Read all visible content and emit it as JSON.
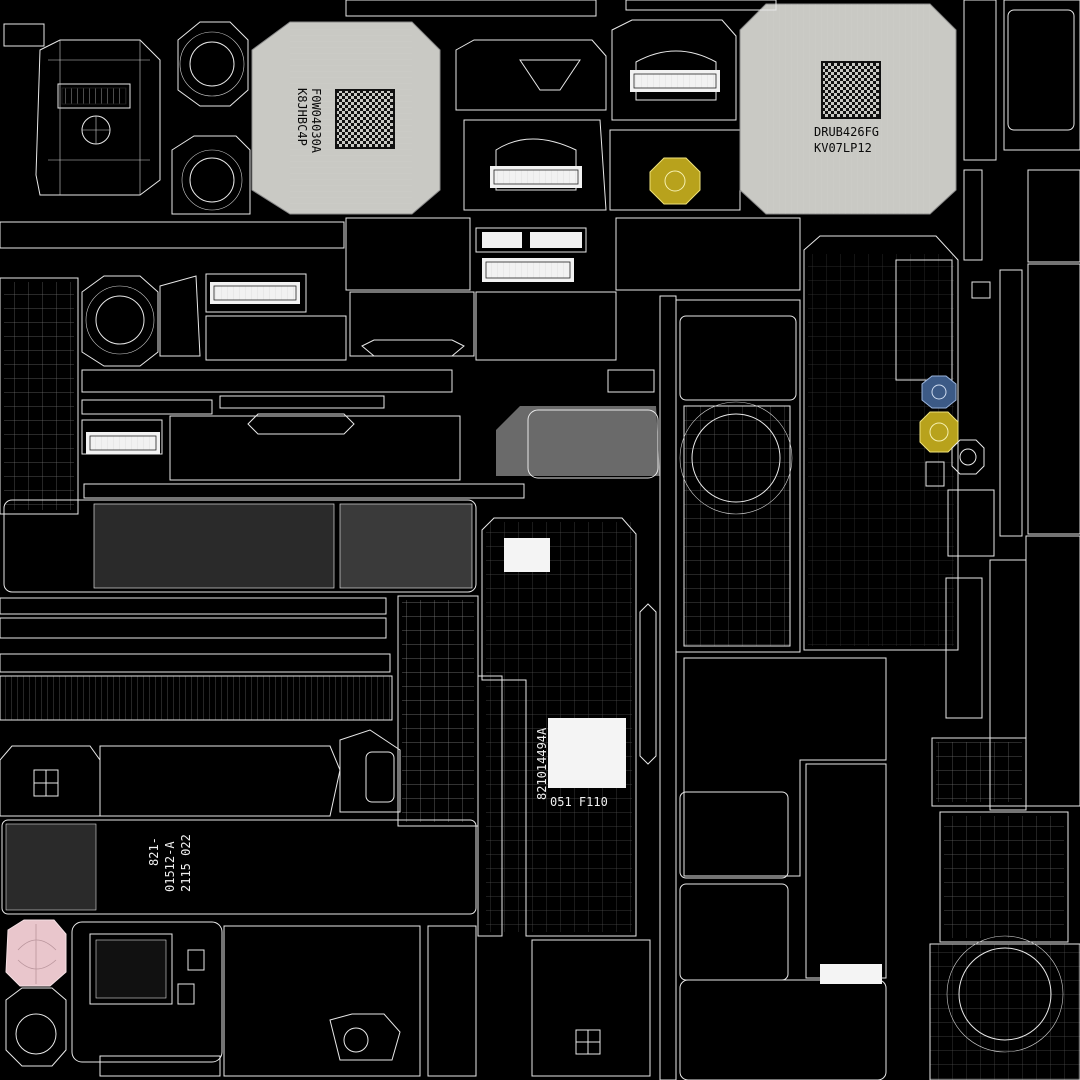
{
  "labels": {
    "chip_left_line1": "F0W04030A",
    "chip_left_line2": "K8JHBC4P",
    "chip_right_line1": "DRUB426FG",
    "chip_right_line2": "KV07LP12",
    "tall_part_code": "821014494A",
    "tall_part_bottom": "051  F110",
    "left_bar_line1": "821-",
    "left_bar_line2": "01512-A",
    "left_bar_line3": "2115 022"
  },
  "colors": {
    "background": "#000000",
    "wire": "#e8e8e8",
    "panel_dark": "#1f1f1f",
    "panel_mid": "#3a3a3a",
    "chip_light": "#c9c9c4",
    "metal_gray": "#9a9a9a",
    "gold": "#b8a21c",
    "blue": "#3c5a86",
    "pink": "#e9c6cc",
    "white": "#f4f4f4"
  }
}
